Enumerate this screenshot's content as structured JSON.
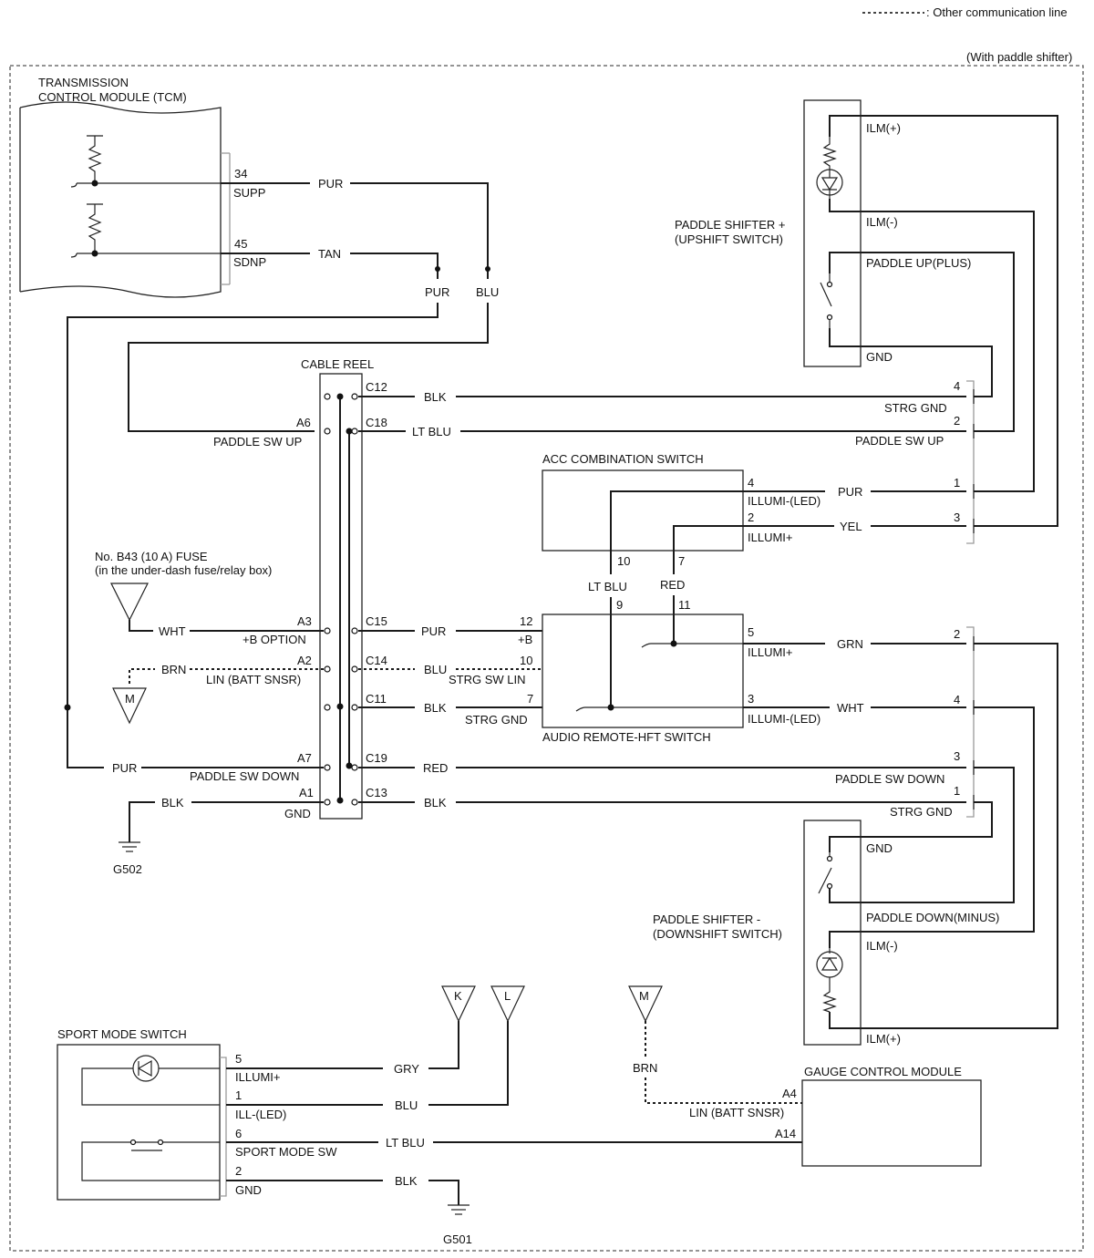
{
  "legend": {
    "other_comm_line": ": Other communication line"
  },
  "variant": "(With paddle shifter)",
  "tcm": {
    "title_line1": "TRANSMISSION",
    "title_line2": "CONTROL MODULE (TCM)",
    "pin_supp_num": "34",
    "pin_supp": "SUPP",
    "pin_sdnp_num": "45",
    "pin_sdnp": "SDNP"
  },
  "wires_top": {
    "pur": "PUR",
    "tan": "TAN",
    "pur2": "PUR",
    "blu": "BLU"
  },
  "cable_reel": {
    "title": "CABLE REEL",
    "c12": "C12",
    "c18": "C18",
    "c15": "C15",
    "c14": "C14",
    "c11": "C11",
    "c19": "C19",
    "c13": "C13",
    "a6": "A6",
    "a3": "A3",
    "a2": "A2",
    "a7": "A7",
    "a1": "A1",
    "paddle_sw_up": "PADDLE SW UP",
    "b_option": "+B OPTION",
    "lin_batt": "LIN (BATT SNSR)",
    "paddle_sw_down": "PADDLE SW DOWN",
    "gnd": "GND"
  },
  "colors": {
    "blk1": "BLK",
    "ltblu1": "LT BLU",
    "pur_b": "PUR",
    "blu_lin": "BLU",
    "blk2": "BLK",
    "red1": "RED",
    "blk3": "BLK",
    "wht1": "WHT",
    "brn1": "BRN",
    "pur_left": "PUR",
    "blk_left": "BLK",
    "pur_acc": "PUR",
    "yel": "YEL",
    "ltblu_acc": "LT BLU",
    "red_acc": "RED",
    "grn": "GRN",
    "wht_arhs": "WHT",
    "gry": "GRY",
    "blu_sport": "BLU",
    "ltblu_sport": "LT BLU",
    "blk_sport": "BLK",
    "brn_gauge": "BRN"
  },
  "fuse": {
    "line1": "No. B43 (10 A) FUSE",
    "line2": "(in the under-dash fuse/relay box)"
  },
  "connectors": {
    "m1": "M",
    "k": "K",
    "l": "L",
    "m2": "M"
  },
  "grounds": {
    "g502": "G502",
    "g501": "G501"
  },
  "acc": {
    "title": "ACC COMBINATION SWITCH",
    "p4": "4",
    "illumi_led": "ILLUMI-(LED)",
    "p2": "2",
    "illumi_plus": "ILLUMI+",
    "p10": "10",
    "p7": "7"
  },
  "arhs": {
    "title": "AUDIO REMOTE-HFT SWITCH",
    "p12": "12",
    "b": "+B",
    "p10": "10",
    "strg_sw_lin": "STRG SW LIN",
    "p7": "7",
    "strg_gnd": "STRG GND",
    "p9": "9",
    "p11": "11",
    "p5": "5",
    "illumi_plus": "ILLUMI+",
    "p3": "3",
    "illumi_led": "ILLUMI-(LED)"
  },
  "right_conn_top": {
    "p4": "4",
    "strg_gnd": "STRG GND",
    "p2": "2",
    "paddle_sw_up": "PADDLE SW UP",
    "p1": "1",
    "p3": "3"
  },
  "right_conn_bottom": {
    "p2": "2",
    "p4": "4",
    "p3": "3",
    "paddle_sw_down": "PADDLE SW DOWN",
    "p1": "1",
    "strg_gnd": "STRG GND"
  },
  "paddle_up": {
    "title1": "PADDLE SHIFTER +",
    "title2": "(UPSHIFT SWITCH)",
    "ilm_plus": "ILM(+)",
    "ilm_minus": "ILM(-)",
    "paddle_up": "PADDLE UP(PLUS)",
    "gnd": "GND"
  },
  "paddle_down": {
    "title1": "PADDLE SHIFTER -",
    "title2": "(DOWNSHIFT SWITCH)",
    "gnd": "GND",
    "paddle_down": "PADDLE DOWN(MINUS)",
    "ilm_minus": "ILM(-)",
    "ilm_plus": "ILM(+)"
  },
  "sport": {
    "title": "SPORT MODE SWITCH",
    "p5": "5",
    "illumi_plus": "ILLUMI+",
    "p1": "1",
    "ill_led": "ILL-(LED)",
    "p6": "6",
    "sport_mode_sw": "SPORT MODE SW",
    "p2": "2",
    "gnd": "GND"
  },
  "gauge": {
    "title": "GAUGE CONTROL MODULE",
    "a4": "A4",
    "lin_batt": "LIN (BATT SNSR)",
    "a14": "A14"
  }
}
